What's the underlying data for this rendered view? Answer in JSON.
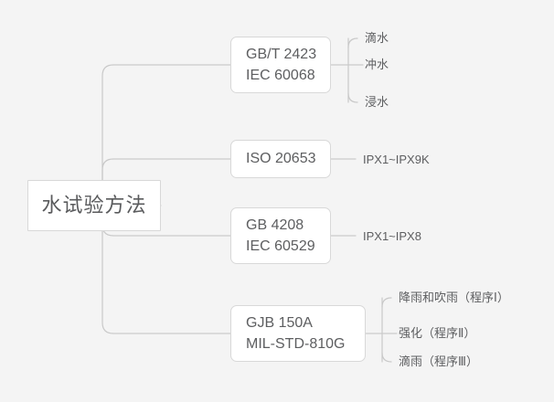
{
  "diagram": {
    "type": "mind-map",
    "background_color": "#f4f4f4",
    "node_fill": "#ffffff",
    "node_border_color": "#d8d8d8",
    "connector_color": "#c9c9c9",
    "text_color": "#5d5e60",
    "root": {
      "label": "水试验方法"
    },
    "branches": [
      {
        "id": "b1",
        "lines": [
          "GB/T 2423",
          "IEC 60068"
        ],
        "leaves": [
          {
            "label": "滴水"
          },
          {
            "label": "冲水"
          },
          {
            "label": "浸水"
          }
        ]
      },
      {
        "id": "b2",
        "lines": [
          "ISO 20653"
        ],
        "leaves": [
          {
            "label": "IPX1~IPX9K"
          }
        ]
      },
      {
        "id": "b3",
        "lines": [
          "GB 4208",
          "IEC 60529"
        ],
        "leaves": [
          {
            "label": "IPX1~IPX8"
          }
        ]
      },
      {
        "id": "b4",
        "lines": [
          "GJB 150A",
          "MIL-STD-810G"
        ],
        "leaves": [
          {
            "label": "降雨和吹雨（程序Ⅰ）"
          },
          {
            "label": "强化（程序Ⅱ）"
          },
          {
            "label": "滴雨（程序Ⅲ）"
          }
        ]
      }
    ]
  }
}
